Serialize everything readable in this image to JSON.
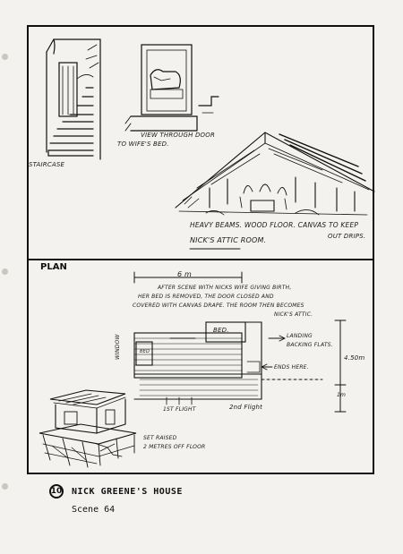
{
  "panels": {
    "staircase_caption": "STAIRCASE",
    "door_caption_line1": "VIEW THROUGH DOOR",
    "door_caption_line2": "TO WIFE'S BED.",
    "attic_caption_line1": "HEAVY BEAMS. WOOD FLOOR. CANVAS TO KEEP",
    "attic_caption_line2": "OUT DRIPS.",
    "attic_caption_line3": "NICK'S ATTIC ROOM."
  },
  "plan": {
    "label": "PLAN",
    "dimension_width": "6 m",
    "note_line1": "AFTER SCENE WITH NICKS WIFE GIVING BIRTH,",
    "note_line2": "HER BED IS REMOVED, THE DOOR CLOSED AND",
    "note_line3": "COVERED WITH CANVAS DRAPE. THE ROOM THEN BECOMES",
    "note_line4": "NICK'S ATTIC.",
    "bed_label": "BED.",
    "bed_label_small": "BED",
    "window_label": "WINDOW",
    "landing_line1": "LANDING",
    "landing_line2": "BACKING FLATS.",
    "ends_here": "ENDS HERE.",
    "height_dim": "4.50m",
    "small_dim": "1m",
    "first_flight": "1ST FLIGHT",
    "second_flight": "2nd Flight",
    "set_raised_line1": "SET RAISED",
    "set_raised_line2": "2 METRES OFF FLOOR"
  },
  "footer": {
    "number": "10",
    "title": "NICK GREENE'S HOUSE",
    "scene": "Scene 64"
  }
}
